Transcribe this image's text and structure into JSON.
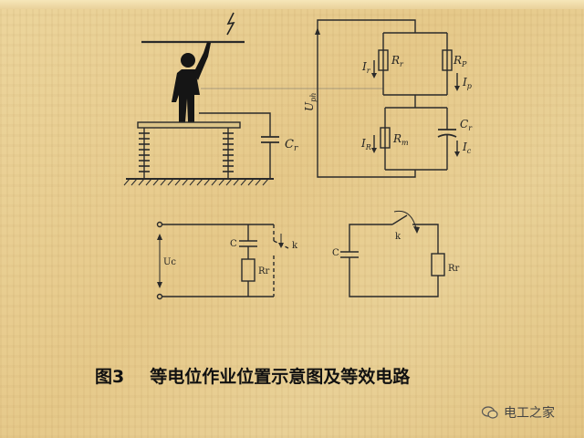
{
  "caption": {
    "figure_number": "图3",
    "title": "等电位作业位置示意图及等效电路"
  },
  "watermark": {
    "text": "电工之家"
  },
  "top_circuit": {
    "voltage_label": "U",
    "voltage_sub": "ph",
    "cap_label": "C",
    "cap_sub": "r",
    "branches": {
      "rr": {
        "R": "R",
        "R_sub": "r",
        "I": "I",
        "I_sub": "r"
      },
      "rp": {
        "R": "R",
        "R_sub": "P",
        "I": "I",
        "I_sub": "p"
      },
      "rm": {
        "R": "R",
        "R_sub": "m",
        "I": "I",
        "I_sub": "R"
      },
      "cr": {
        "C": "C",
        "C_sub": "r",
        "I": "I",
        "I_sub": "c"
      }
    }
  },
  "bottom_left": {
    "uc": "Uc",
    "c": "C",
    "rr": "Rr",
    "k": "k"
  },
  "bottom_right": {
    "c": "C",
    "rr": "Rr",
    "k": "k"
  },
  "colors": {
    "line": "#2a2a2a",
    "background": "#e8cf92",
    "lightning": "#222222"
  }
}
